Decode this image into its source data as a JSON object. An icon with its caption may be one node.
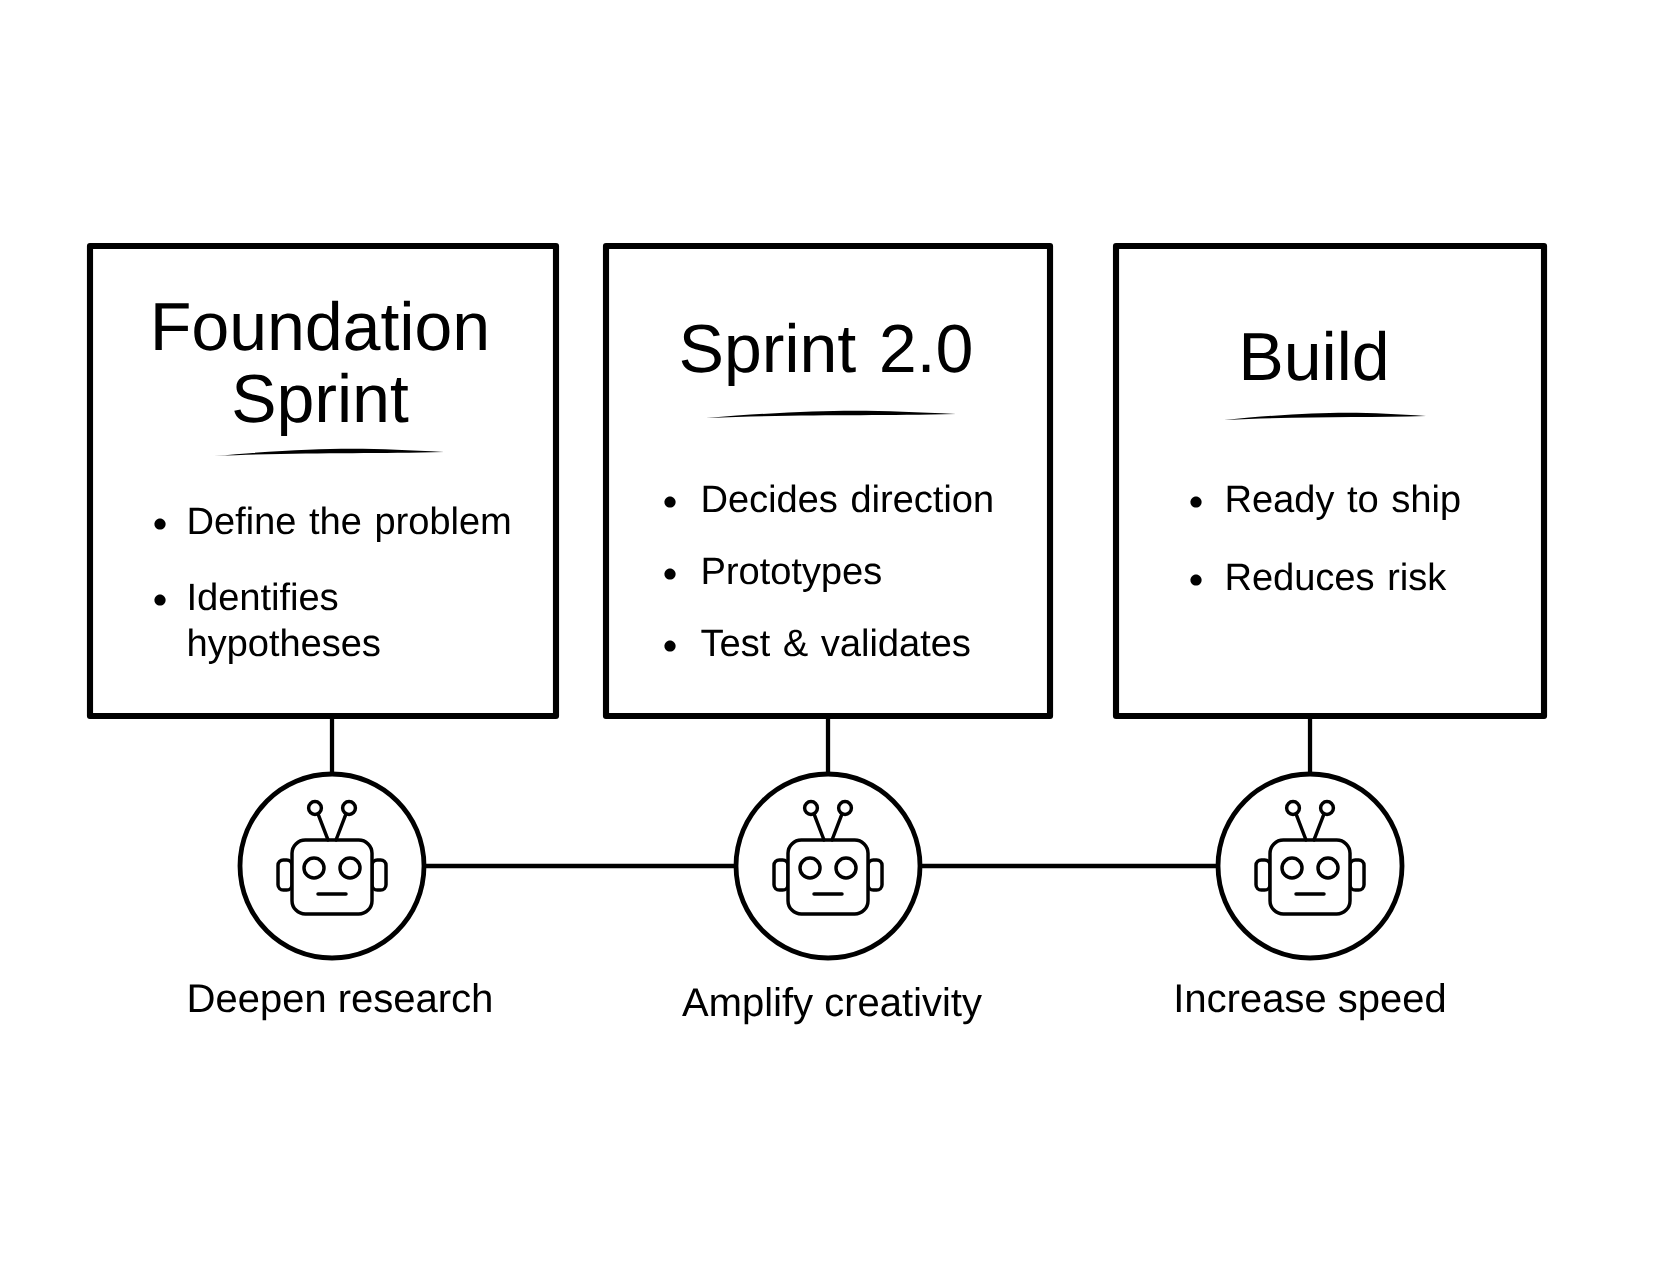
{
  "diagram": {
    "nodes": [
      {
        "text": [
          "Foundation Sprint",
          "Define the problem",
          "Identifies hypotheses"
        ]
      },
      {
        "text": [
          "Sprint 2.0",
          "Decides direction",
          "Prototypes",
          "Test & validates"
        ]
      },
      {
        "text": [
          "Build",
          "Ready to ship",
          "Reduces risk"
        ]
      },
      {
        "text": [],
        "shape": "circle",
        "beside": [
          "Deepen research"
        ]
      },
      {
        "text": [],
        "shape": "circle",
        "beside": [
          "Amplify creativity"
        ]
      },
      {
        "text": [],
        "shape": "circle",
        "beside": [
          "Increase speed"
        ]
      }
    ],
    "edges": [
      {
        "from": 0,
        "to": 3,
        "arrow": "none"
      },
      {
        "from": 1,
        "to": 4,
        "arrow": "none"
      },
      {
        "from": 2,
        "to": 5,
        "arrow": "none"
      },
      {
        "from": 3,
        "to": 4,
        "arrow": "none"
      },
      {
        "from": 4,
        "to": 5,
        "arrow": "none"
      }
    ]
  }
}
